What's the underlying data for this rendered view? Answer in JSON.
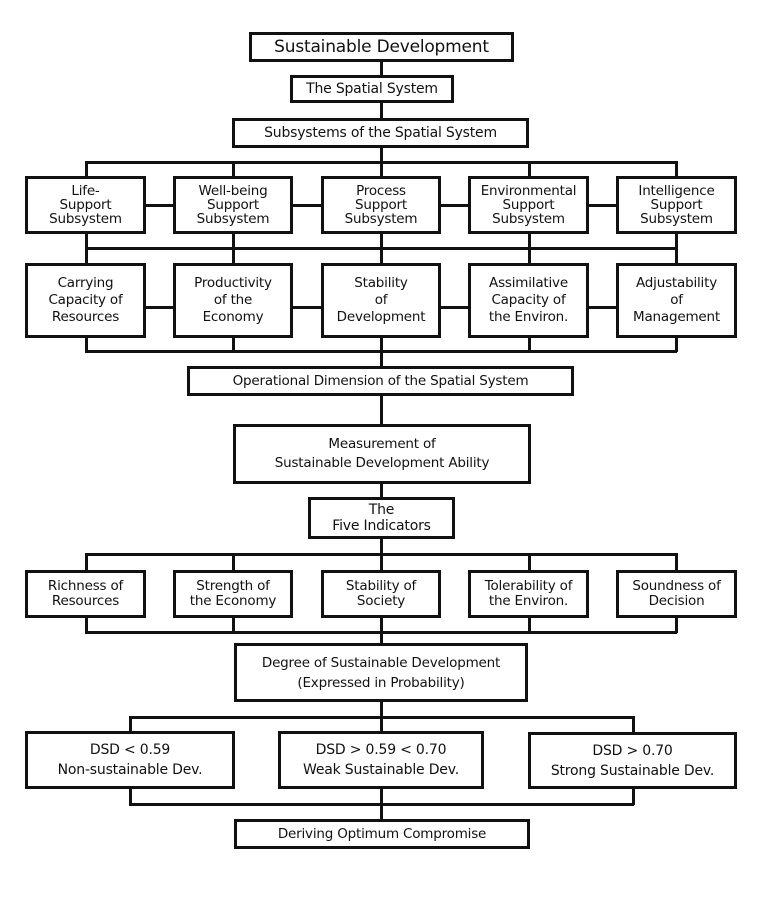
{
  "diagram": {
    "root": "Sustainable Development",
    "spatial_system": "The Spatial System",
    "subsystems_header": "Subsystems of the Spatial System",
    "subsystems": [
      "Life-\nSupport\nSubsystem",
      "Well-being\nSupport\nSubsystem",
      "Process\nSupport\nSubsystem",
      "Environmental\nSupport\nSubsystem",
      "Intelligence\nSupport\nSubsystem"
    ],
    "capacities": [
      "Carrying\nCapacity of\nResources",
      "Productivity\nof the\nEconomy",
      "Stability\nof\nDevelopment",
      "Assimilative\nCapacity of\nthe Environ.",
      "Adjustability\nof\nManagement"
    ],
    "operational_dimension": "Operational Dimension of the Spatial System",
    "measurement": "Measurement of\nSustainable Development Ability",
    "five_indicators": "The\nFive Indicators",
    "indicators": [
      "Richness of\nResources",
      "Strength of\nthe Economy",
      "Stability of\nSociety",
      "Tolerability of\nthe Environ.",
      "Soundness of\nDecision"
    ],
    "degree": "Degree of Sustainable Development\n(Expressed in Probability)",
    "outcomes": [
      "DSD < 0.59\nNon-sustainable Dev.",
      "DSD > 0.59 < 0.70\nWeak Sustainable Dev.",
      "DSD > 0.70\nStrong Sustainable Dev."
    ],
    "final": "Deriving Optimum Compromise"
  }
}
